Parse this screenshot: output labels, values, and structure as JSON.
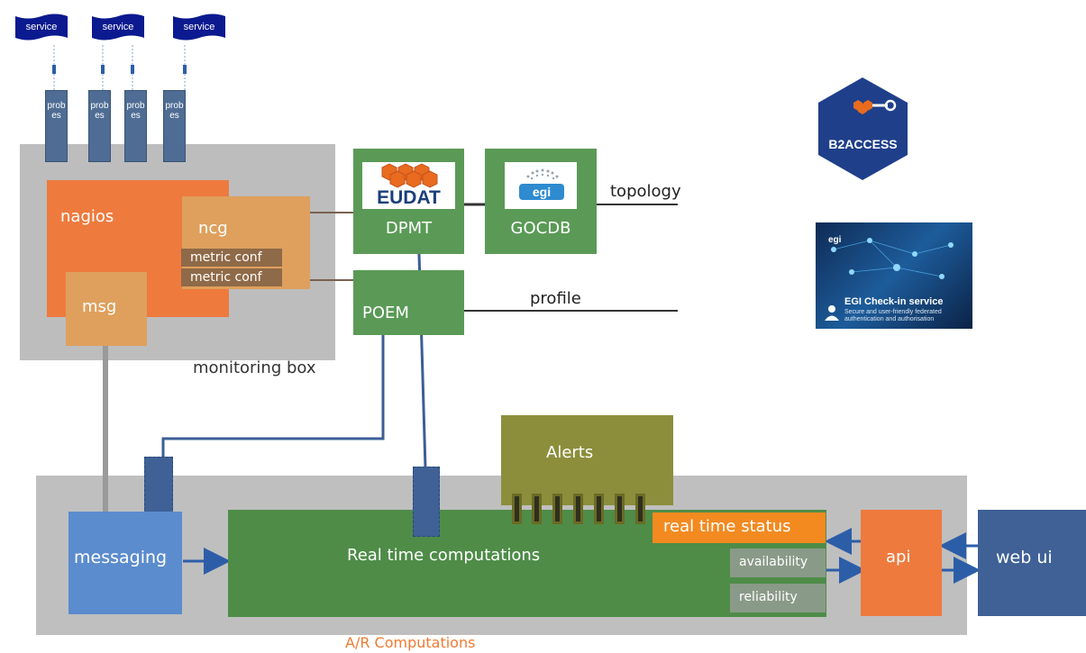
{
  "services": [
    "service",
    "service",
    "service"
  ],
  "probes": [
    "probes",
    "probes",
    "probes",
    "probes"
  ],
  "monitoring_box": {
    "label": "monitoring box",
    "nagios": "nagios",
    "ncg": "ncg",
    "metric_confs": [
      "metric conf",
      "metric conf"
    ],
    "msg": "msg"
  },
  "dpmt": {
    "logo_text": "EUDAT",
    "label": "DPMT"
  },
  "gocdb": {
    "logo_text": "egi",
    "label": "GOCDB"
  },
  "poem": {
    "label": "POEM"
  },
  "topology_label": "topology",
  "profile_label": "profile",
  "b2access": {
    "label": "B2ACCESS"
  },
  "checkin": {
    "brand": "egi",
    "title": "EGI Check-in service",
    "subtitle": "Secure and user-friendly federated authentication and authorisation"
  },
  "alerts": {
    "label": "Alerts"
  },
  "ar_section": {
    "label": "A/R Computations",
    "messaging": "messaging",
    "realtime": "Real time computations",
    "realtime_status": "real time status",
    "availability": "availability",
    "reliability": "reliability",
    "api": "api",
    "webui": "web ui"
  },
  "colors": {
    "orange": "#ee7a3e",
    "green": "#5a9a56",
    "dark_green": "#4e8c48",
    "olive": "#8c8e3c",
    "navy": "#0b1a8f",
    "blue": "#5b8ccd",
    "dark_blue": "#3f6196",
    "gray": "#bdbdbd",
    "line_blue": "#3b5e95"
  }
}
